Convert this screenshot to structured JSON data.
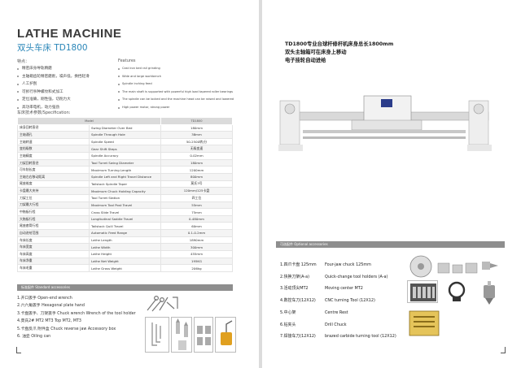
{
  "left_page": {
    "title_en": "LATHE MACHINE",
    "title_cn": "双头车床 TD1800",
    "features_cn_label": "特点：",
    "features_en_label": "Features",
    "features_cn": [
      "精密床身导轨精磨",
      "主轴箱齿轮精密磨削，噪声低，换挡轻滑",
      "人工护刮",
      "可拆行杀种螺纹和式加工",
      "定位准确，刚性强，切削力大",
      "高功率电机，动力强劲"
    ],
    "features_en": [
      "Cast iron bed rail grinding",
      "Wide and large workbench",
      "Spindle inching feed",
      "The main shaft is supported with powerful high load tapered roller bearings",
      "The spindle can be locked and the machine head can be raised and lowered",
      "High power motor, strong power"
    ],
    "spec_label": "车床技术参数/Specification:",
    "spec_header": {
      "model": "Model",
      "value": "TD1800"
    },
    "specs": [
      {
        "cn": "床身回转直径",
        "en": "Swing Diameter Over Bed",
        "value": "180mm"
      },
      {
        "cn": "主轴通孔",
        "en": "Spindle Through Hole",
        "value": "38mm"
      },
      {
        "cn": "主轴转速",
        "en": "Spindle Speed",
        "value": "50-2500转/分"
      },
      {
        "cn": "变档级数",
        "en": "Gear Shift Steps",
        "value": "无级变速"
      },
      {
        "cn": "主轴精度",
        "en": "Spindle Accuracy",
        "value": "0.02mm"
      },
      {
        "cn": "刀架回转直径",
        "en": "Tool Turret Swing Diameter",
        "value": "180mm"
      },
      {
        "cn": "可车削长度",
        "en": "Maximum Turning Length",
        "value": "1200mm"
      },
      {
        "cn": "主轴左右移动距离",
        "en": "Spindle Left and Right Travel Distance",
        "value": "800mm"
      },
      {
        "cn": "尾座锥度",
        "en": "Tailstock Spindle Taper",
        "value": "莫氏3号"
      },
      {
        "cn": "卡盘最大夹持",
        "en": "Maximum Chuck Holding Capacity",
        "value": "120mm/125卡盘"
      },
      {
        "cn": "刀架工位",
        "en": "Tool Turret Station",
        "value": "四工位"
      },
      {
        "cn": "刀架最大行程",
        "en": "Maximum Tool Post Travel",
        "value": "55mm"
      },
      {
        "cn": "中拖板行程",
        "en": "Cross Slide Travel",
        "value": "75mm"
      },
      {
        "cn": "大拖板行程",
        "en": "Longitudinal Saddle Travel",
        "value": "0-480mm"
      },
      {
        "cn": "尾座套筒行程",
        "en": "Tailstock Quill Travel",
        "value": "60mm"
      },
      {
        "cn": "自动进给范围",
        "en": "Automatic Feed Range",
        "value": "0.1-0.2mm"
      },
      {
        "cn": "车床长度",
        "en": "Lathe Length",
        "value": "1890mm"
      },
      {
        "cn": "车床宽度",
        "en": "Lathe Width",
        "value": "300mm"
      },
      {
        "cn": "车床高度",
        "en": "Lathe Height",
        "value": "455mm"
      },
      {
        "cn": "车床净重",
        "en": "Lathe Net Weight",
        "value": "195KG"
      },
      {
        "cn": "车床毛重",
        "en": "Lathe Gross Weight",
        "value": "206kg"
      }
    ],
    "standard_bar": "标准配件 Standard accessories",
    "accessories": [
      "1.开口扳手  Open-end wrench",
      "2.六六角扳手  Hexagonal plate hand",
      "3.卡盘扳手、刀架扳手  Chuck wrench Wrench of the tool holder",
      "4.莫氏2# MT2  MT3 Top MT2, MT3",
      "5.卡盘反爪 附件盒 Chuck reverse jaw  Accessory box",
      "6. 油壶      Oiling can"
    ]
  },
  "right_page": {
    "title_lines": [
      "TD1800专业台球杆修杆机床身总长1800mm",
      "双头主轴箱可在床身上移动",
      "电子挂轮自动进给"
    ],
    "optional_bar": "可选配件  Optional accessories",
    "options": [
      {
        "cn": "1.四爪卡盘 125mm",
        "en": "Four-jaw chuck 125mm"
      },
      {
        "cn": "2.快换刀架(A-a)",
        "en": "Quick-change tool holders (A-a)"
      },
      {
        "cn": "3.活动顶尖MT2",
        "en": "Moving center MT2"
      },
      {
        "cn": "4.数控车刀(12X12)",
        "en": "CNC turning Tool (12X12)"
      },
      {
        "cn": "5.中心架",
        "en": "Centre Rest"
      },
      {
        "cn": "6.钻夹头",
        "en": "Drill Chuck"
      },
      {
        "cn": "7.焊接车刀(12X12)",
        "en": "brazed carbide turning tool (12X12)"
      }
    ]
  }
}
